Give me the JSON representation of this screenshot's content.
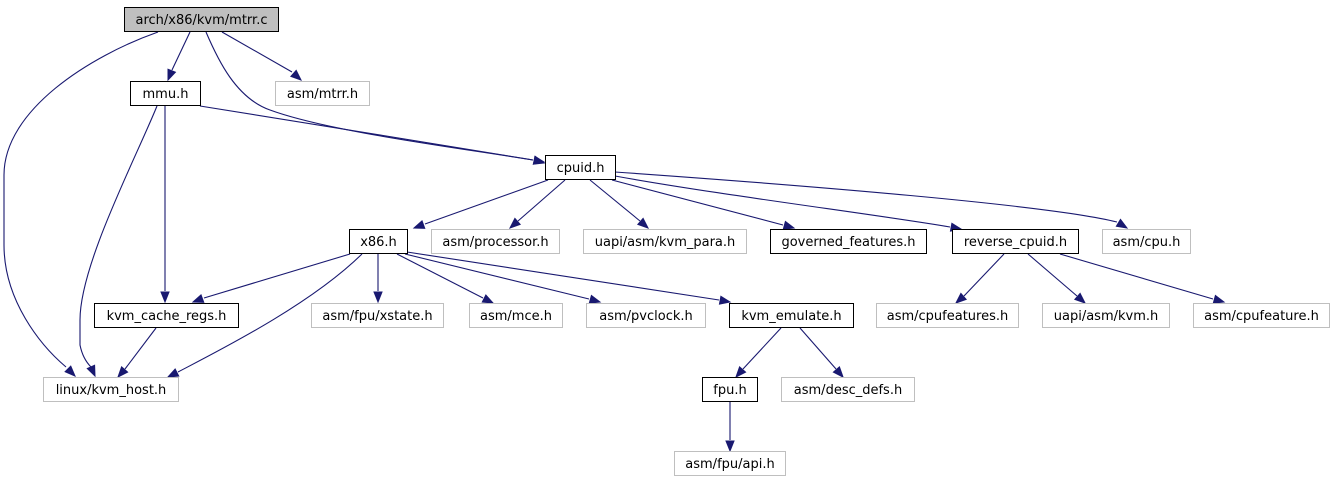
{
  "colors": {
    "edge": "#191970",
    "root_fill": "#bfbfbf",
    "root_border": "#000000",
    "local_border": "#000000",
    "external_border": "#bfbfbf",
    "text": "#000000"
  },
  "nodes": [
    {
      "id": "mtrr_c",
      "label": "arch/x86/kvm/mtrr.c",
      "kind": "root"
    },
    {
      "id": "mmu_h",
      "label": "mmu.h",
      "kind": "local"
    },
    {
      "id": "asm_mtrr_h",
      "label": "asm/mtrr.h",
      "kind": "external"
    },
    {
      "id": "cpuid_h",
      "label": "cpuid.h",
      "kind": "local"
    },
    {
      "id": "x86_h",
      "label": "x86.h",
      "kind": "local"
    },
    {
      "id": "asm_processor_h",
      "label": "asm/processor.h",
      "kind": "external"
    },
    {
      "id": "uapi_kvm_para_h",
      "label": "uapi/asm/kvm_para.h",
      "kind": "external"
    },
    {
      "id": "governed_features_h",
      "label": "governed_features.h",
      "kind": "local"
    },
    {
      "id": "reverse_cpuid_h",
      "label": "reverse_cpuid.h",
      "kind": "local"
    },
    {
      "id": "asm_cpu_h",
      "label": "asm/cpu.h",
      "kind": "external"
    },
    {
      "id": "kvm_cache_regs_h",
      "label": "kvm_cache_regs.h",
      "kind": "local"
    },
    {
      "id": "asm_fpu_xstate_h",
      "label": "asm/fpu/xstate.h",
      "kind": "external"
    },
    {
      "id": "asm_mce_h",
      "label": "asm/mce.h",
      "kind": "external"
    },
    {
      "id": "asm_pvclock_h",
      "label": "asm/pvclock.h",
      "kind": "external"
    },
    {
      "id": "kvm_emulate_h",
      "label": "kvm_emulate.h",
      "kind": "local"
    },
    {
      "id": "asm_cpufeatures_h",
      "label": "asm/cpufeatures.h",
      "kind": "external"
    },
    {
      "id": "uapi_asm_kvm_h",
      "label": "uapi/asm/kvm.h",
      "kind": "external"
    },
    {
      "id": "asm_cpufeature_h",
      "label": "asm/cpufeature.h",
      "kind": "external"
    },
    {
      "id": "linux_kvm_host_h",
      "label": "linux/kvm_host.h",
      "kind": "external"
    },
    {
      "id": "fpu_h",
      "label": "fpu.h",
      "kind": "local"
    },
    {
      "id": "asm_desc_defs_h",
      "label": "asm/desc_defs.h",
      "kind": "external"
    },
    {
      "id": "asm_fpu_api_h",
      "label": "asm/fpu/api.h",
      "kind": "external"
    }
  ],
  "edges": [
    {
      "from": "mtrr_c",
      "to": "mmu_h"
    },
    {
      "from": "mtrr_c",
      "to": "asm_mtrr_h"
    },
    {
      "from": "mtrr_c",
      "to": "cpuid_h"
    },
    {
      "from": "mtrr_c",
      "to": "linux_kvm_host_h"
    },
    {
      "from": "mmu_h",
      "to": "cpuid_h"
    },
    {
      "from": "mmu_h",
      "to": "kvm_cache_regs_h"
    },
    {
      "from": "mmu_h",
      "to": "linux_kvm_host_h"
    },
    {
      "from": "cpuid_h",
      "to": "x86_h"
    },
    {
      "from": "cpuid_h",
      "to": "asm_processor_h"
    },
    {
      "from": "cpuid_h",
      "to": "uapi_kvm_para_h"
    },
    {
      "from": "cpuid_h",
      "to": "governed_features_h"
    },
    {
      "from": "cpuid_h",
      "to": "reverse_cpuid_h"
    },
    {
      "from": "cpuid_h",
      "to": "asm_cpu_h"
    },
    {
      "from": "x86_h",
      "to": "kvm_cache_regs_h"
    },
    {
      "from": "x86_h",
      "to": "linux_kvm_host_h"
    },
    {
      "from": "x86_h",
      "to": "asm_fpu_xstate_h"
    },
    {
      "from": "x86_h",
      "to": "asm_mce_h"
    },
    {
      "from": "x86_h",
      "to": "asm_pvclock_h"
    },
    {
      "from": "x86_h",
      "to": "kvm_emulate_h"
    },
    {
      "from": "reverse_cpuid_h",
      "to": "asm_cpufeatures_h"
    },
    {
      "from": "reverse_cpuid_h",
      "to": "uapi_asm_kvm_h"
    },
    {
      "from": "reverse_cpuid_h",
      "to": "asm_cpufeature_h"
    },
    {
      "from": "kvm_cache_regs_h",
      "to": "linux_kvm_host_h"
    },
    {
      "from": "kvm_emulate_h",
      "to": "fpu_h"
    },
    {
      "from": "kvm_emulate_h",
      "to": "asm_desc_defs_h"
    },
    {
      "from": "fpu_h",
      "to": "asm_fpu_api_h"
    }
  ]
}
